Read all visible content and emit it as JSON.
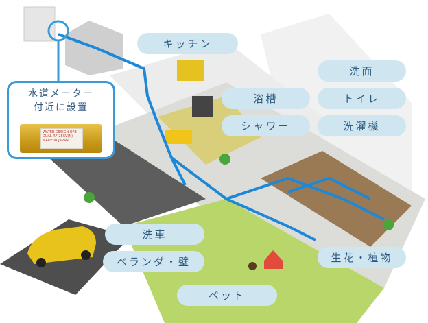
{
  "labels": {
    "kitchen": "キッチン",
    "washroom": "洗面",
    "bathtub": "浴槽",
    "toilet": "トイレ",
    "shower": "シャワー",
    "washing_machine": "洗濯機",
    "car_wash": "洗車",
    "veranda_wall": "ベランダ・壁",
    "plants": "生花・植物",
    "pet": "ペット"
  },
  "callout": {
    "line1": "水道メーター",
    "line2": "付近に設置",
    "device_text": "WATER DESIGN UFB DUAL RF-25SV(N) MADE IN JAPAN"
  },
  "colors": {
    "pill_bg": "#cfe6f1",
    "pill_text": "#2f5a80",
    "pipe": "#1e88d8",
    "callout_border": "#3b9ad6",
    "lawn": "#b9d66a",
    "car": "#e8c31c"
  }
}
